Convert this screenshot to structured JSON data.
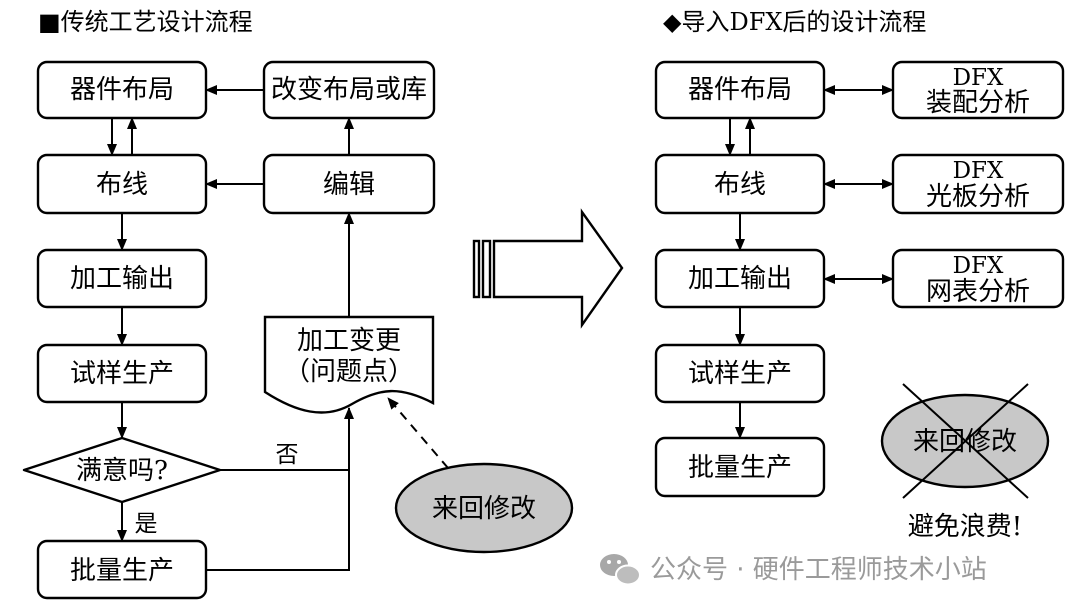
{
  "left_panel": {
    "heading": "■传统工艺设计流程",
    "nodes": {
      "layout": "器件布局",
      "routing": "布线",
      "output": "加工输出",
      "trial": "试样生产",
      "decision": "满意吗?",
      "mass": "批量生产",
      "change_lib": "改变布局或库",
      "edit": "编辑",
      "eco_line1": "加工变更",
      "eco_line2": "（问题点）",
      "rework": "来回修改"
    },
    "labels": {
      "no": "否",
      "yes": "是"
    }
  },
  "right_panel": {
    "heading": "◆导入DFX后的设计流程",
    "nodes": {
      "layout": "器件布局",
      "routing": "布线",
      "output": "加工输出",
      "trial": "试样生产",
      "mass": "批量生产",
      "dfx_assembly_l1": "DFX",
      "dfx_assembly_l2": "装配分析",
      "dfx_board_l1": "DFX",
      "dfx_board_l2": "光板分析",
      "dfx_netlist_l1": "DFX",
      "dfx_netlist_l2": "网表分析",
      "rework": "来回修改",
      "avoid": "避免浪费!"
    }
  },
  "watermark": "公众号 · 硬件工程师技术小站"
}
